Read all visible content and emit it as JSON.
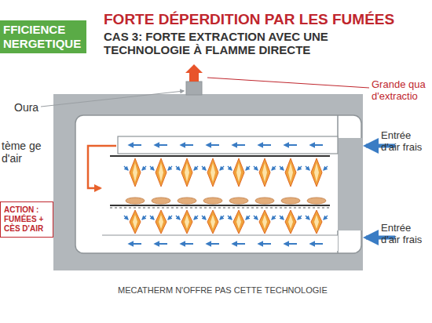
{
  "diagram": {
    "title": "FORTE DÉPERDITION PAR LES FUMÉES",
    "caption": "MECATHERM N'OFFRE PAS CETTE TECHNOLOGIE",
    "nodes": [
      {
        "text": [
          "FFICIENCE NERGETIQUE"
        ]
      },
      {
        "text": [
          "ACTION : FUMÉES + CÈS D'AIR"
        ]
      }
    ],
    "labels": [
      "CAS 3: FORTE EXTRACTION AVEC UNE TECHNOLOGIE À FLAMME DIRECTE",
      "Oura",
      "tème ge d'air",
      "Grande qua d'extractio",
      "Entrée d'air frais",
      "Entrée d'air frais"
    ]
  }
}
